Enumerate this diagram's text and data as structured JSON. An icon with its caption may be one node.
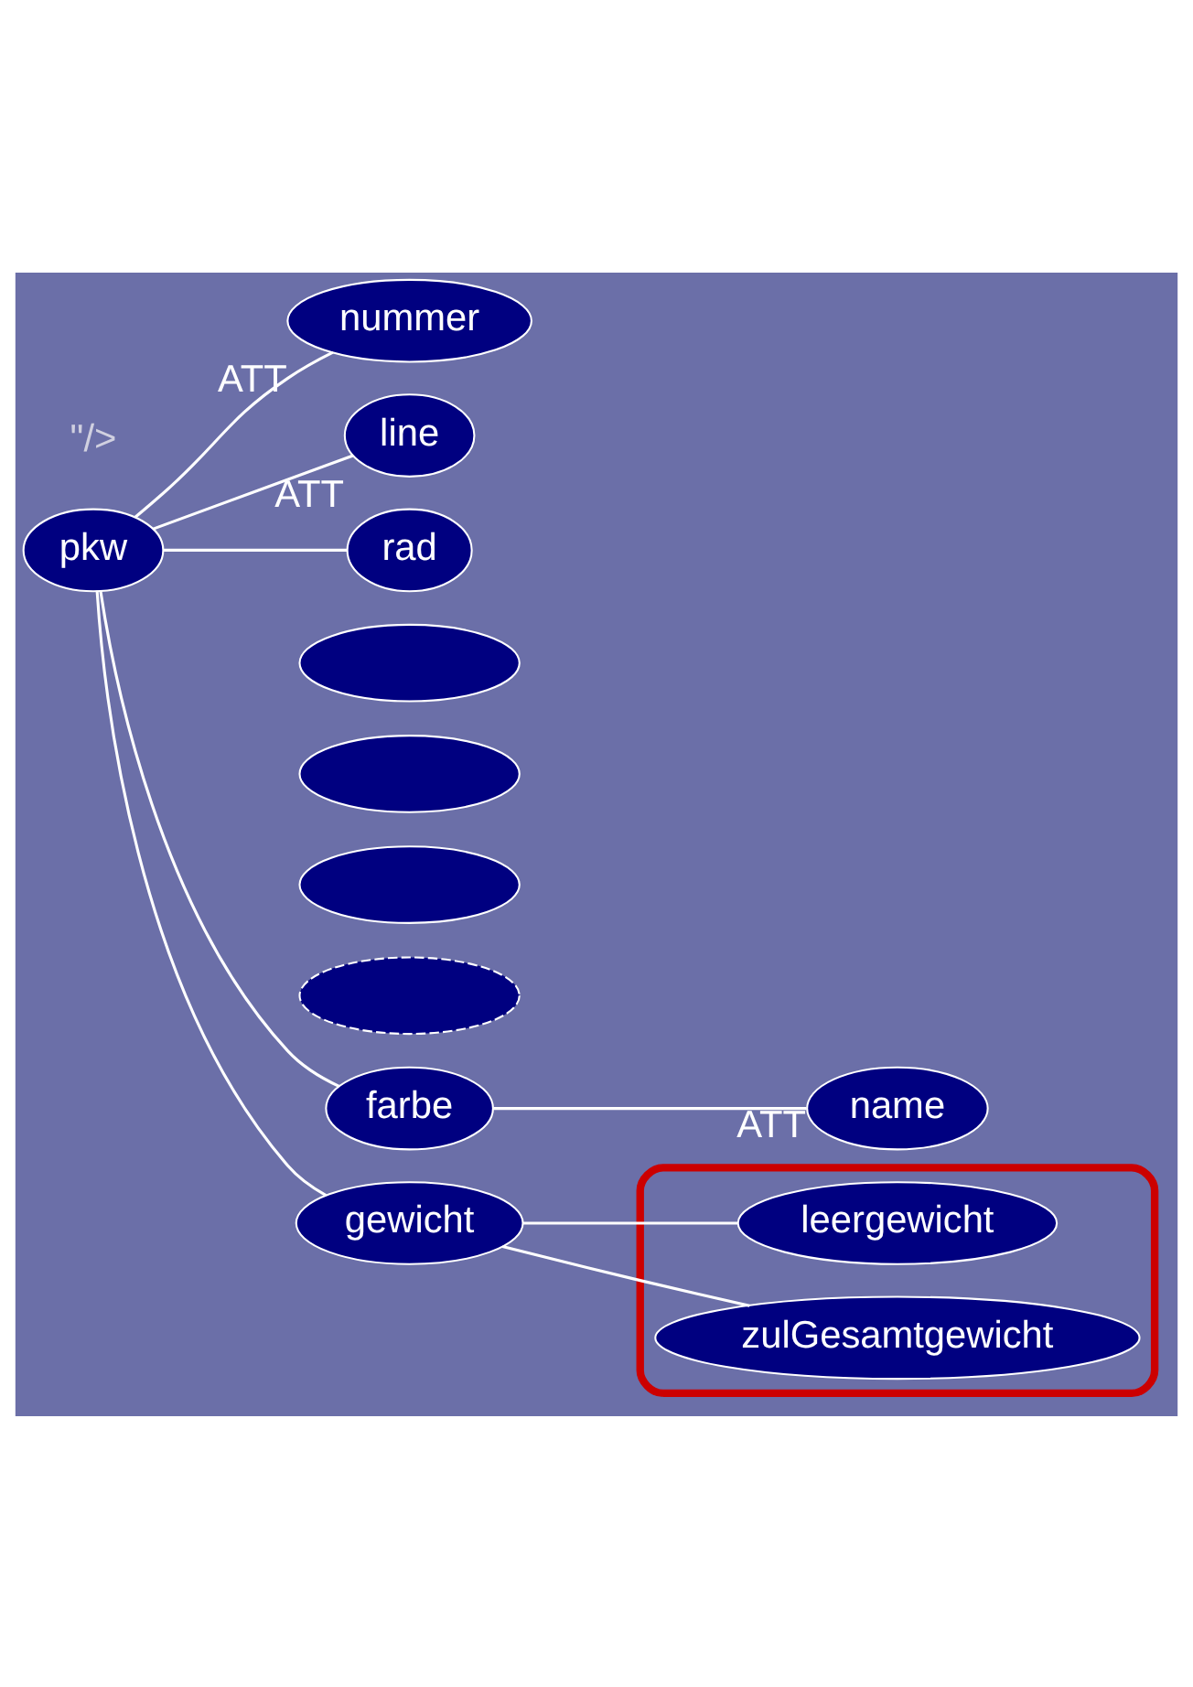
{
  "diagram": {
    "nodes": [
      {
        "text": [
          "pkw"
        ]
      },
      {
        "text": [
          "nummer"
        ],
        "beside": [
          "ATT"
        ]
      },
      {
        "text": [
          "line"
        ],
        "beside": [
          "ATT"
        ]
      },
      {
        "text": [
          "rad"
        ]
      },
      {
        "text": [],
        "shape": "ellipse"
      },
      {
        "text": [],
        "shape": "ellipse"
      },
      {
        "text": [],
        "shape": "ellipse"
      },
      {
        "text": [],
        "shape": "ellipse"
      },
      {
        "text": [
          "farbe"
        ]
      },
      {
        "text": [
          "name"
        ],
        "beside": [
          "ATT"
        ]
      },
      {
        "text": [
          "gewicht"
        ]
      },
      {
        "text": [],
        "shape": "ellipse"
      },
      {
        "text": [
          "leergewicht"
        ],
        "in": 11
      },
      {
        "text": [
          "zulGesamtgewicht"
        ],
        "in": 11
      }
    ],
    "edges": [
      {
        "from": 0,
        "to": 1,
        "arrow": "none"
      },
      {
        "from": 0,
        "to": 2,
        "arrow": "none"
      },
      {
        "from": 0,
        "to": 3,
        "arrow": "none"
      },
      {
        "from": 0,
        "to": 8,
        "arrow": "none"
      },
      {
        "from": 8,
        "to": 9,
        "arrow": "none"
      },
      {
        "from": 0,
        "to": 10,
        "arrow": "none"
      },
      {
        "from": 10,
        "to": 12,
        "arrow": "none"
      },
      {
        "from": 10,
        "to": 13,
        "arrow": "none"
      }
    ],
    "labels": [
      "\"/>"
    ]
  }
}
